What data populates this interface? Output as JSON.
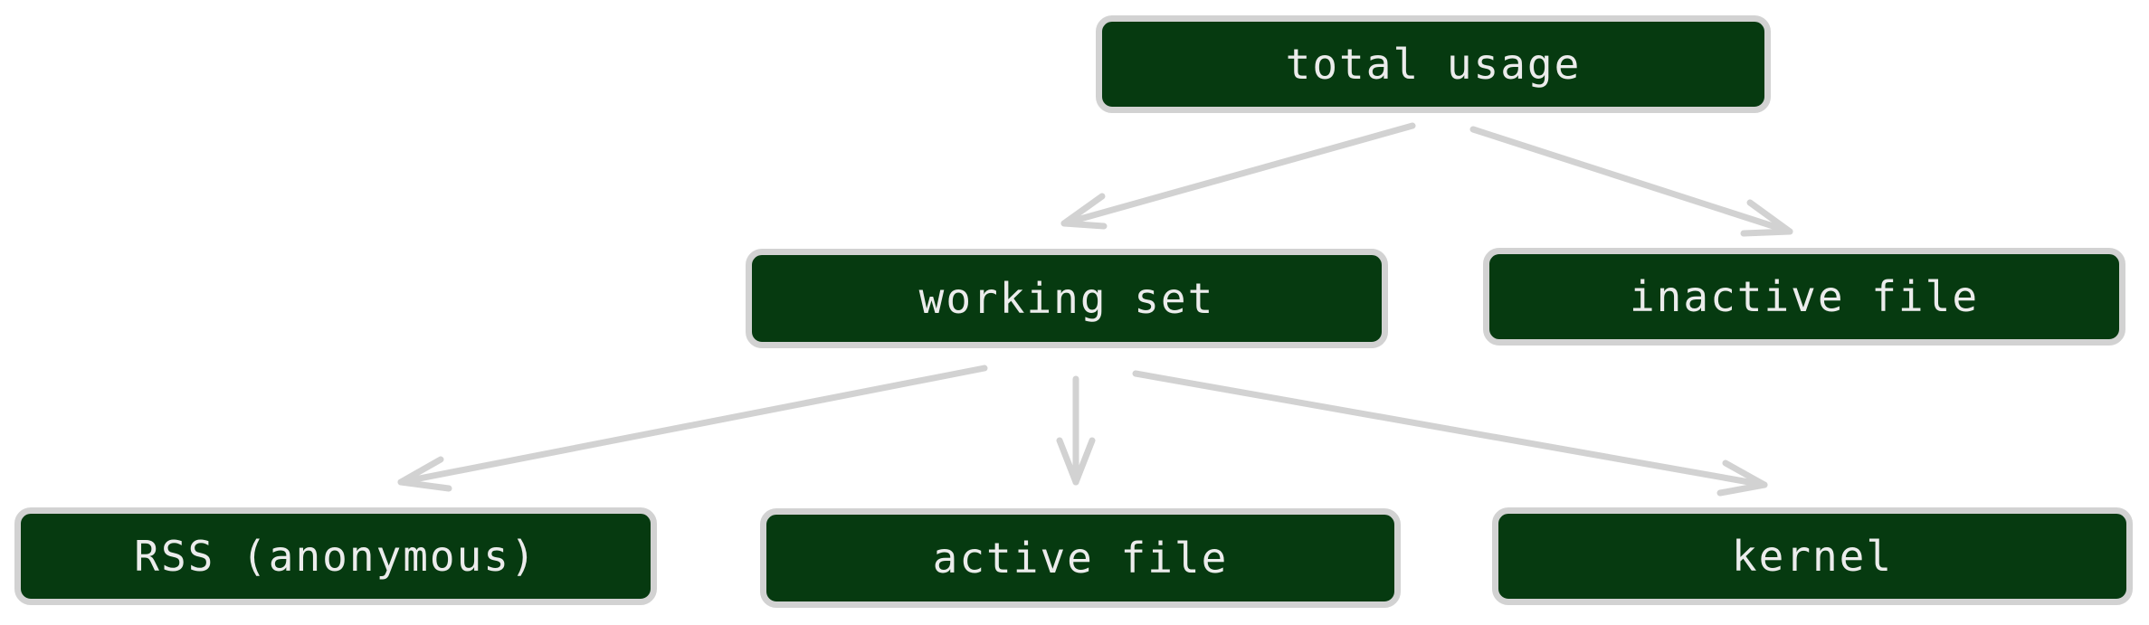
{
  "diagram": {
    "nodes": {
      "total_usage": "total usage",
      "working_set": "working set",
      "inactive_file": "inactive file",
      "rss_anonymous": "RSS (anonymous)",
      "active_file": "active file",
      "kernel": "kernel"
    },
    "edges": [
      {
        "from": "total_usage",
        "to": "working_set"
      },
      {
        "from": "total_usage",
        "to": "inactive_file"
      },
      {
        "from": "working_set",
        "to": "rss_anonymous"
      },
      {
        "from": "working_set",
        "to": "active_file"
      },
      {
        "from": "working_set",
        "to": "kernel"
      }
    ],
    "colors": {
      "node_fill": "#063a10",
      "node_border": "#d2d2d2",
      "node_text": "#ececec",
      "edge": "#d2d2d2"
    }
  }
}
